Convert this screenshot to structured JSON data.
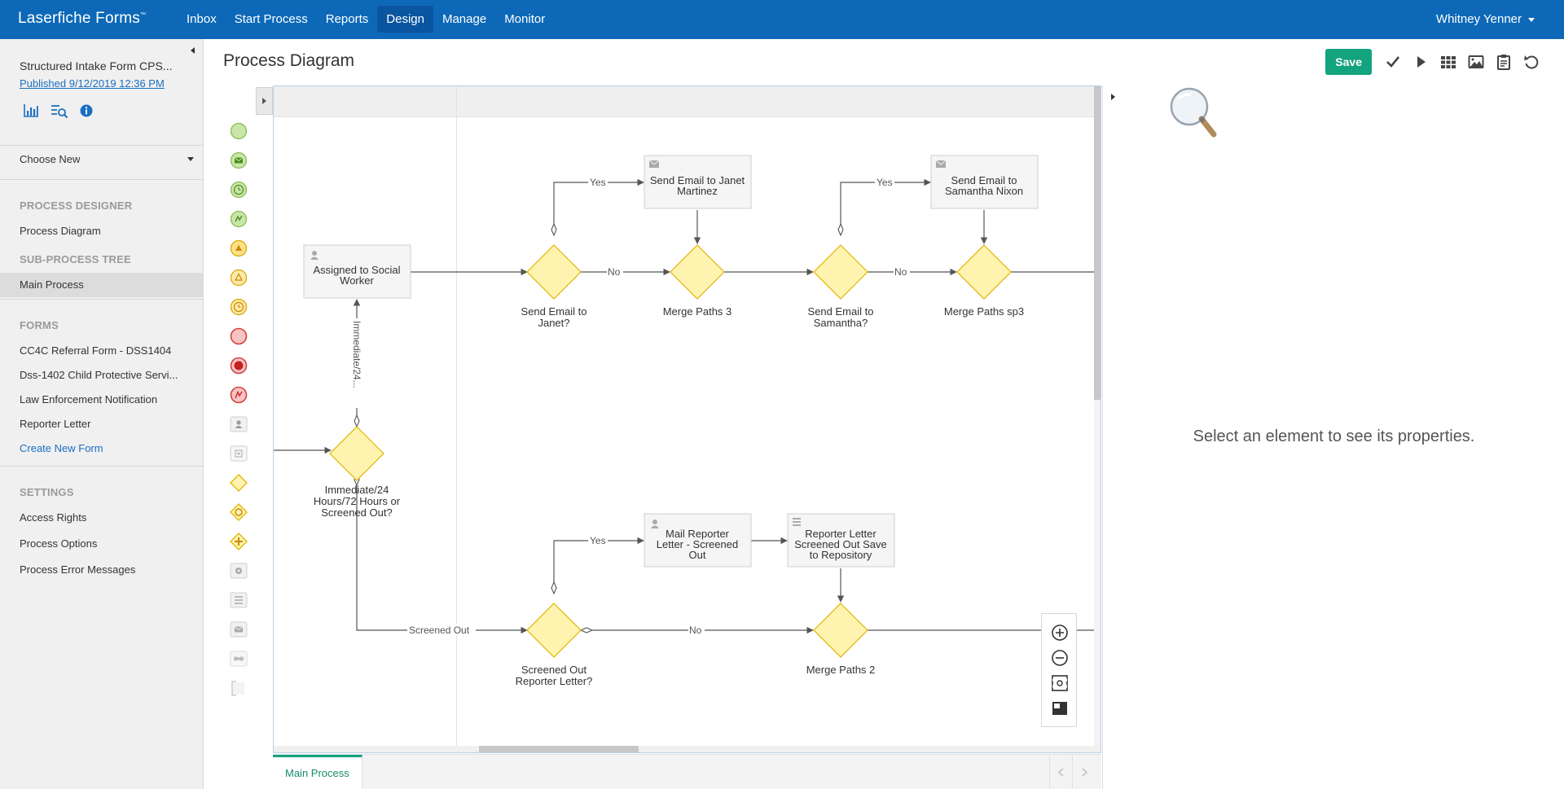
{
  "app": {
    "brand": "Laserfiche Forms",
    "brand_tm": "™",
    "user": "Whitney Yenner"
  },
  "nav": {
    "items": [
      {
        "label": "Inbox",
        "active": false
      },
      {
        "label": "Start Process",
        "active": false
      },
      {
        "label": "Reports",
        "active": false
      },
      {
        "label": "Design",
        "active": true
      },
      {
        "label": "Manage",
        "active": false
      },
      {
        "label": "Monitor",
        "active": false
      }
    ]
  },
  "sidebar": {
    "form_title": "Structured Intake Form CPS...",
    "published": "Published 9/12/2019 12:36 PM",
    "choose_new": "Choose New",
    "process_designer_head": "PROCESS DESIGNER",
    "process_diagram": "Process Diagram",
    "subprocess_head": "SUB-PROCESS TREE",
    "main_process": "Main Process",
    "forms_head": "FORMS",
    "forms": [
      "CC4C Referral Form - DSS1404",
      "Dss-1402 Child Protective Servi...",
      "Law Enforcement Notification",
      "Reporter Letter"
    ],
    "create_form": "Create New Form",
    "settings_head": "SETTINGS",
    "settings": [
      "Access Rights",
      "Process Options",
      "Process Error Messages"
    ]
  },
  "main": {
    "title": "Process Diagram",
    "save_label": "Save",
    "tab_label": "Main Process",
    "properties_message": "Select an element to see its properties."
  },
  "diagram": {
    "tasks": {
      "assigned": [
        "Assigned to Social",
        "Worker"
      ],
      "email_janet": [
        "Send Email to Janet",
        "Martinez"
      ],
      "email_samantha": [
        "Send Email to",
        "Samantha Nixon"
      ],
      "mail_reporter": [
        "Mail Reporter",
        "Letter - Screened",
        "Out"
      ],
      "reporter_repo": [
        "Reporter Letter",
        "Screened Out Save",
        "to Repository"
      ]
    },
    "gateways": {
      "immediate": [
        "Immediate/24",
        "Hours/72 Hours or",
        "Screened Out?"
      ],
      "send_janet": [
        "Send Email to",
        "Janet?"
      ],
      "merge3": [
        "Merge Paths 3"
      ],
      "send_samantha": [
        "Send Email to",
        "Samantha?"
      ],
      "merge_sp3": [
        "Merge Paths sp3"
      ],
      "screened_letter": [
        "Screened Out",
        "Reporter Letter?"
      ],
      "merge2": [
        "Merge Paths 2"
      ]
    },
    "flow_labels": {
      "yes": "Yes",
      "no": "No",
      "screened_out": "Screened Out",
      "immediate": "Immediate/24..."
    }
  },
  "colors": {
    "nav_bg": "#0d69b8",
    "accent_green": "#14a37f",
    "gateway_fill": "#fff3b0",
    "gateway_stroke": "#e0b500",
    "task_fill": "#f5f5f5"
  }
}
